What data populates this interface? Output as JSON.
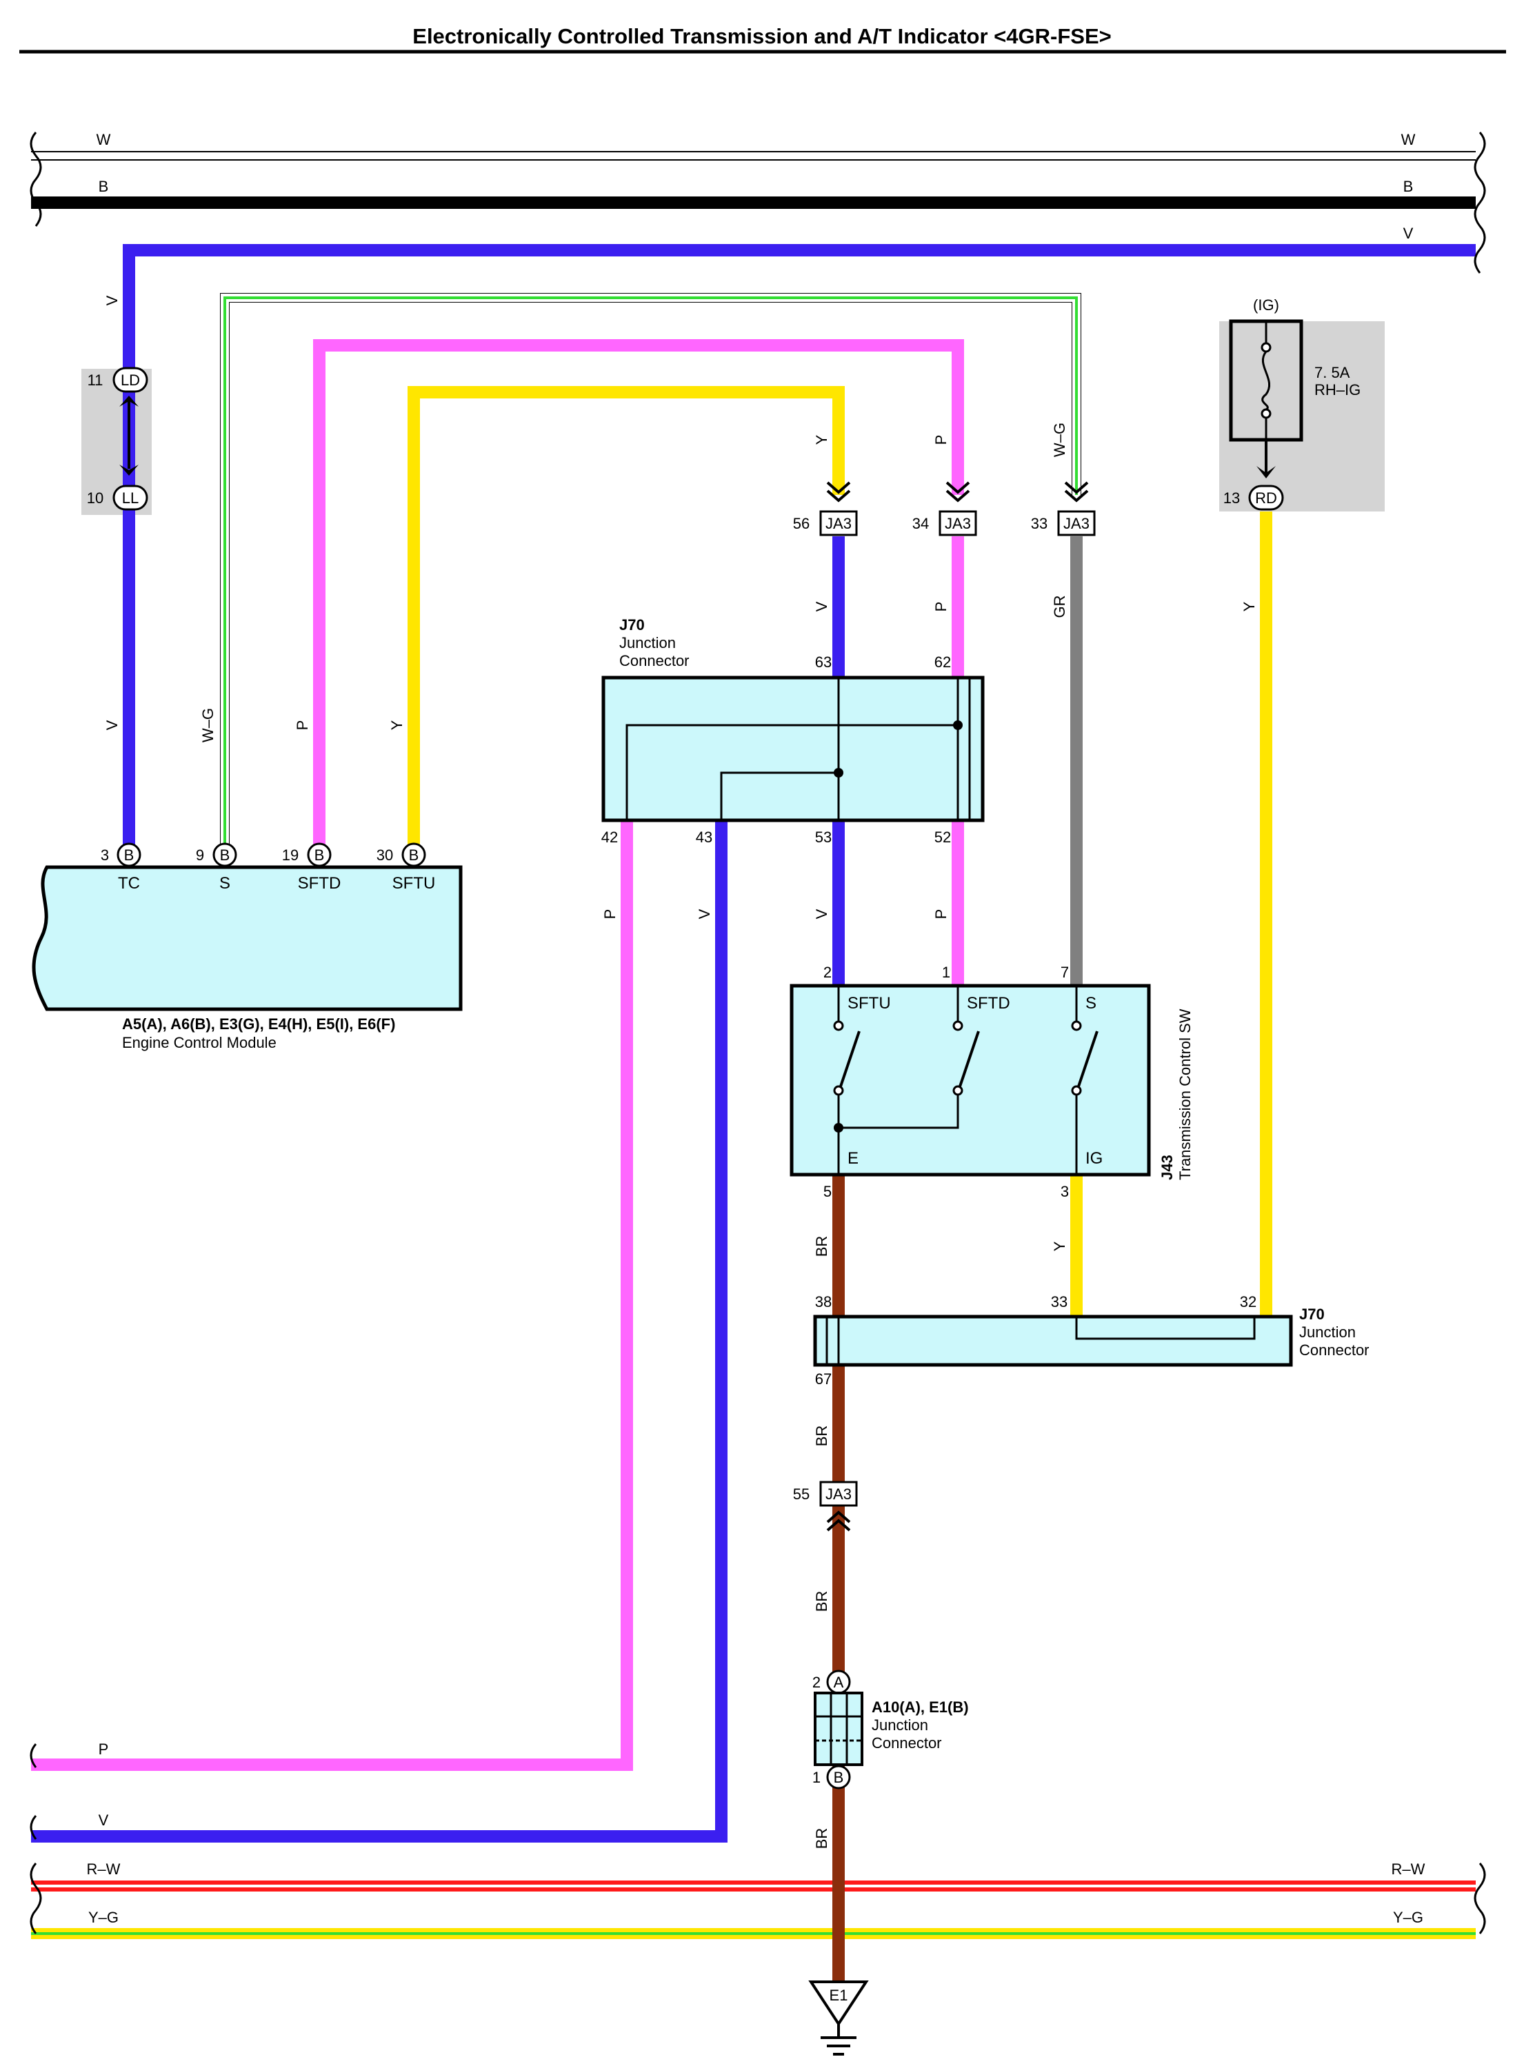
{
  "title": "Electronically Controlled Transmission and A/T Indicator <4GR-FSE>",
  "colors": {
    "V": "#3b1ff0",
    "P": "#ff66ff",
    "Y": "#ffe600",
    "GR": "#808080",
    "BR": "#8b2e0c",
    "B": "#000000",
    "W": "#ffffff",
    "G": "#33dd33",
    "R": "#ff1a1a",
    "box_fill": "#ccf8fb",
    "shade": "#d4d4d4"
  },
  "buses": {
    "w_left": "W",
    "w_right": "W",
    "b_left": "B",
    "b_right": "B",
    "v_right": "V",
    "rw_left": "R–W",
    "rw_right": "R–W",
    "yg_left": "Y–G",
    "yg_right": "Y–G",
    "p_left": "P",
    "v_left": "V"
  },
  "wire_labels": {
    "v_top": "V",
    "v_lower": "V",
    "wg_ecm": "W–G",
    "p_ecm": "P",
    "y_ecm": "Y",
    "y_ja3": "Y",
    "p_ja3": "P",
    "wg_ja3": "W–G",
    "v_j70": "V",
    "p_j70": "P",
    "gr": "GR",
    "y_fuse": "Y",
    "p_42": "P",
    "v_43": "V",
    "v_53": "V",
    "p_52": "P",
    "br_5": "BR",
    "y_3": "Y",
    "br_67": "BR",
    "br_55": "BR",
    "br_1": "BR"
  },
  "pins": {
    "ld_pin": "11",
    "ld": "LD",
    "ll_pin": "10",
    "ll": "LL",
    "ja3_56": "56",
    "ja3_34": "34",
    "ja3_33": "33",
    "ja3": "JA3",
    "rd_pin": "13",
    "rd": "RD",
    "j70_63": "63",
    "j70_62": "62",
    "j70_42": "42",
    "j70_43": "43",
    "j70_53": "53",
    "j70_52": "52",
    "ecm_3": "3",
    "ecm_9": "9",
    "ecm_19": "19",
    "ecm_30": "30",
    "b": "B",
    "sw_2": "2",
    "sw_1": "1",
    "sw_7": "7",
    "sw_5": "5",
    "sw_3": "3",
    "j70b_38": "38",
    "j70b_33": "33",
    "j70b_32": "32",
    "j70b_67": "67",
    "ja3_55": "55",
    "a10_2": "2",
    "a10_a": "A",
    "a10_1": "1",
    "a10_b": "B"
  },
  "ecm": {
    "terminals": [
      "TC",
      "S",
      "SFTD",
      "SFTU"
    ],
    "code": "A5(A), A6(B), E3(G), E4(H), E5(I), E6(F)",
    "name": "Engine Control Module"
  },
  "j70_top": {
    "code": "J70",
    "line1": "Junction",
    "line2": "Connector"
  },
  "j70_bottom": {
    "code": "J70",
    "line1": "Junction",
    "line2": "Connector"
  },
  "switch": {
    "terminals": [
      "SFTU",
      "SFTD",
      "S",
      "E",
      "IG"
    ],
    "code": "J43",
    "name": "Transmission Control SW"
  },
  "fuse": {
    "circuit": "(IG)",
    "rating": "7. 5A",
    "name": "RH–IG"
  },
  "a10": {
    "code": "A10(A), E1(B)",
    "line1": "Junction",
    "line2": "Connector"
  },
  "ground": "E1"
}
